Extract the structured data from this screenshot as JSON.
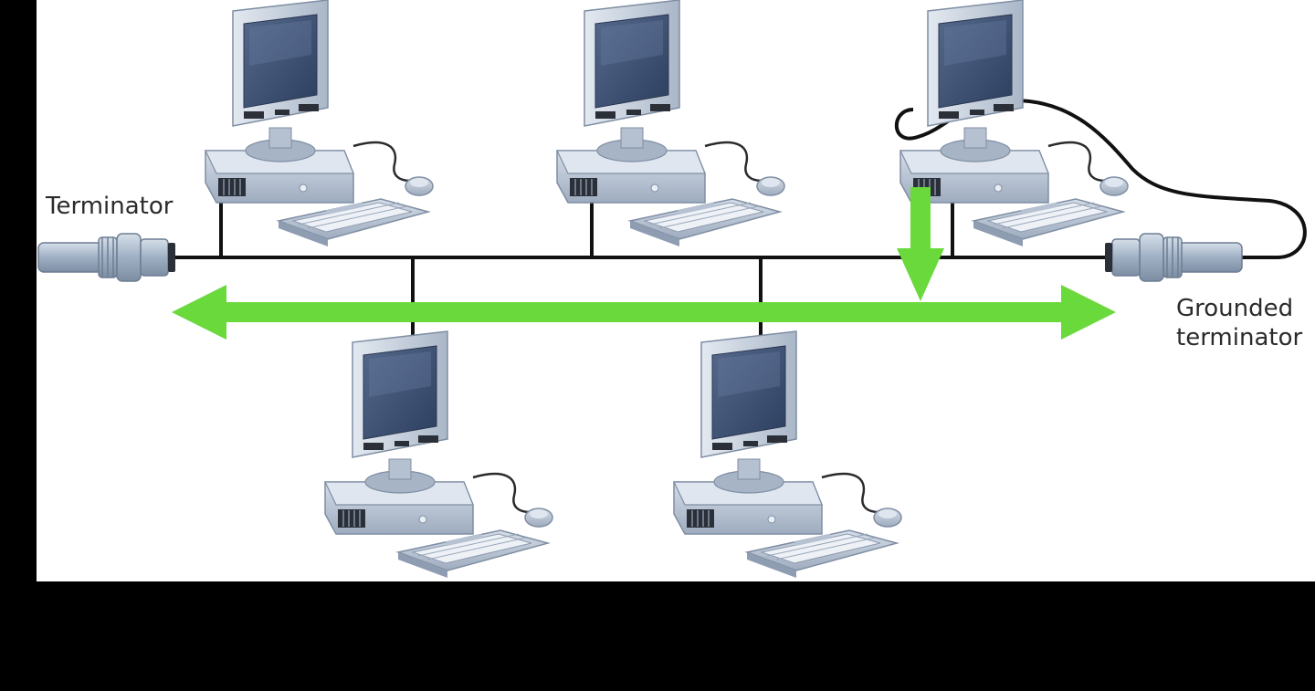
{
  "labels": {
    "terminator": "Terminator",
    "grounded_line1": "Grounded",
    "grounded_line2": "terminator"
  },
  "colors": {
    "background": "#000000",
    "panel": "#ffffff",
    "cable": "#111111",
    "signal": "#6ad93c",
    "monitor_body": "#c9d3e0",
    "screen": "#3a4f72",
    "case": "#b8c4d4",
    "connector": "#a8b8cc"
  },
  "nodes": [
    {
      "id": "pc-top-1",
      "row": "top"
    },
    {
      "id": "pc-top-2",
      "row": "top"
    },
    {
      "id": "pc-top-3",
      "row": "top",
      "transmitting": true
    },
    {
      "id": "pc-bottom-1",
      "row": "bottom"
    },
    {
      "id": "pc-bottom-2",
      "row": "bottom"
    }
  ],
  "icons": {
    "computer": "desktop-computer-icon",
    "terminator": "bnc-terminator-icon"
  }
}
